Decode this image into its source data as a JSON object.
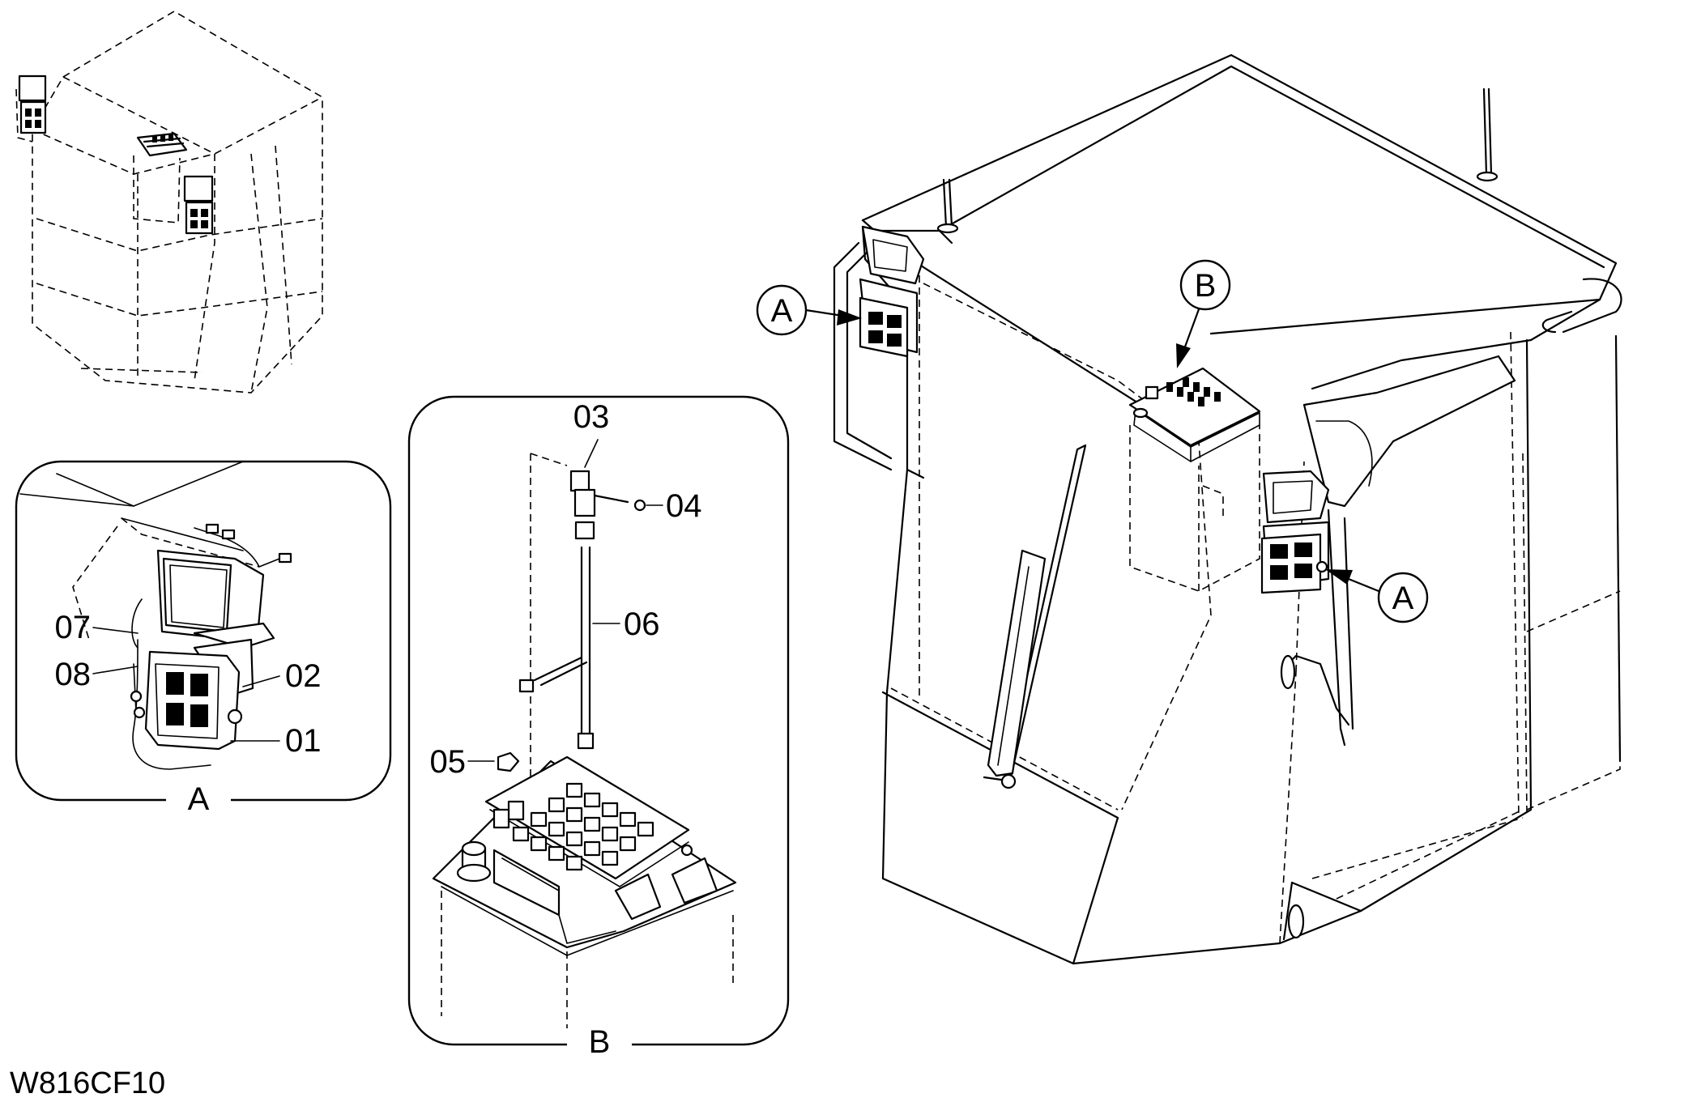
{
  "labels": {
    "detail_a": "A",
    "detail_b": "B",
    "callout_a": "A",
    "callout_b": "B",
    "drawing_code": "W816CF10"
  },
  "parts": {
    "p01": "01",
    "p02": "02",
    "p03": "03",
    "p04": "04",
    "p05": "05",
    "p06": "06",
    "p07": "07",
    "p08": "08"
  }
}
